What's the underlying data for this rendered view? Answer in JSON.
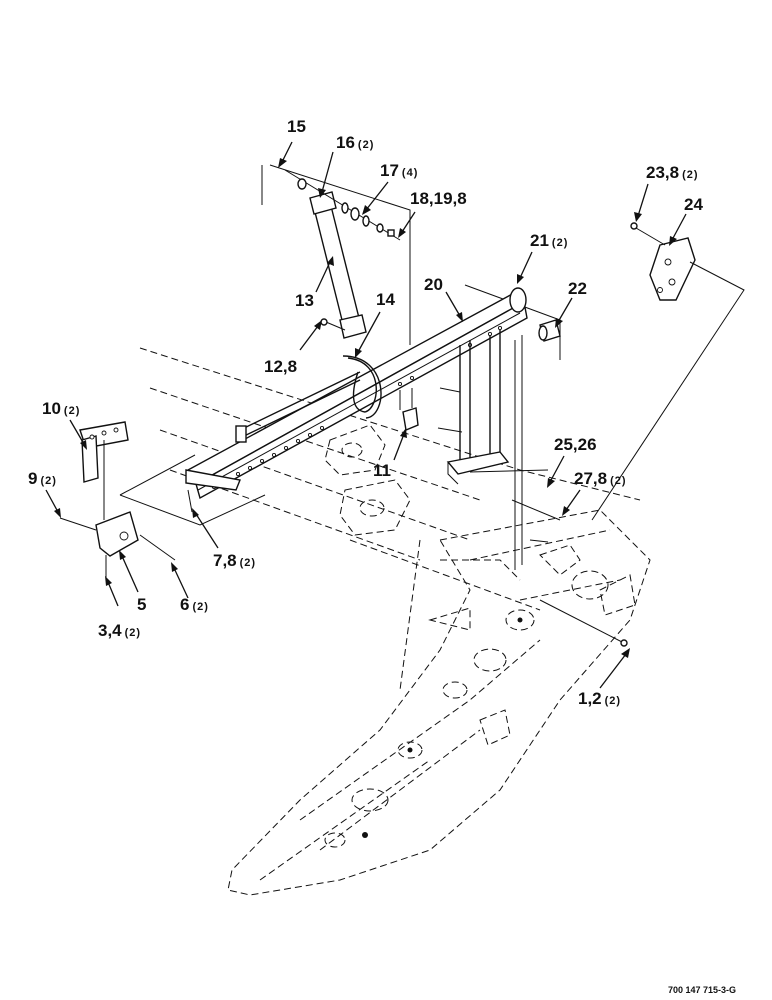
{
  "callouts": [
    {
      "id": "c15",
      "text": "15",
      "qty": ""
    },
    {
      "id": "c16",
      "text": "16",
      "qty": "(2)"
    },
    {
      "id": "c17",
      "text": "17",
      "qty": "(4)"
    },
    {
      "id": "c18",
      "text": "18,19,8",
      "qty": ""
    },
    {
      "id": "c13",
      "text": "13",
      "qty": ""
    },
    {
      "id": "c14",
      "text": "14",
      "qty": ""
    },
    {
      "id": "c20",
      "text": "20",
      "qty": ""
    },
    {
      "id": "c21",
      "text": "21",
      "qty": "(2)"
    },
    {
      "id": "c22",
      "text": "22",
      "qty": ""
    },
    {
      "id": "c23",
      "text": "23,8",
      "qty": "(2)"
    },
    {
      "id": "c24",
      "text": "24",
      "qty": ""
    },
    {
      "id": "c12",
      "text": "12,8",
      "qty": ""
    },
    {
      "id": "c10",
      "text": "10",
      "qty": "(2)"
    },
    {
      "id": "c9",
      "text": "9",
      "qty": "(2)"
    },
    {
      "id": "c11",
      "text": "11",
      "qty": ""
    },
    {
      "id": "c25",
      "text": "25,26",
      "qty": ""
    },
    {
      "id": "c27",
      "text": "27,8",
      "qty": "(2)"
    },
    {
      "id": "c7",
      "text": "7,8",
      "qty": "(2)"
    },
    {
      "id": "c5",
      "text": "5",
      "qty": ""
    },
    {
      "id": "c6",
      "text": "6",
      "qty": "(2)"
    },
    {
      "id": "c3",
      "text": "3,4",
      "qty": "(2)"
    },
    {
      "id": "c1",
      "text": "1,2",
      "qty": "(2)"
    }
  ],
  "reference_code": "700 147 715-3-G"
}
